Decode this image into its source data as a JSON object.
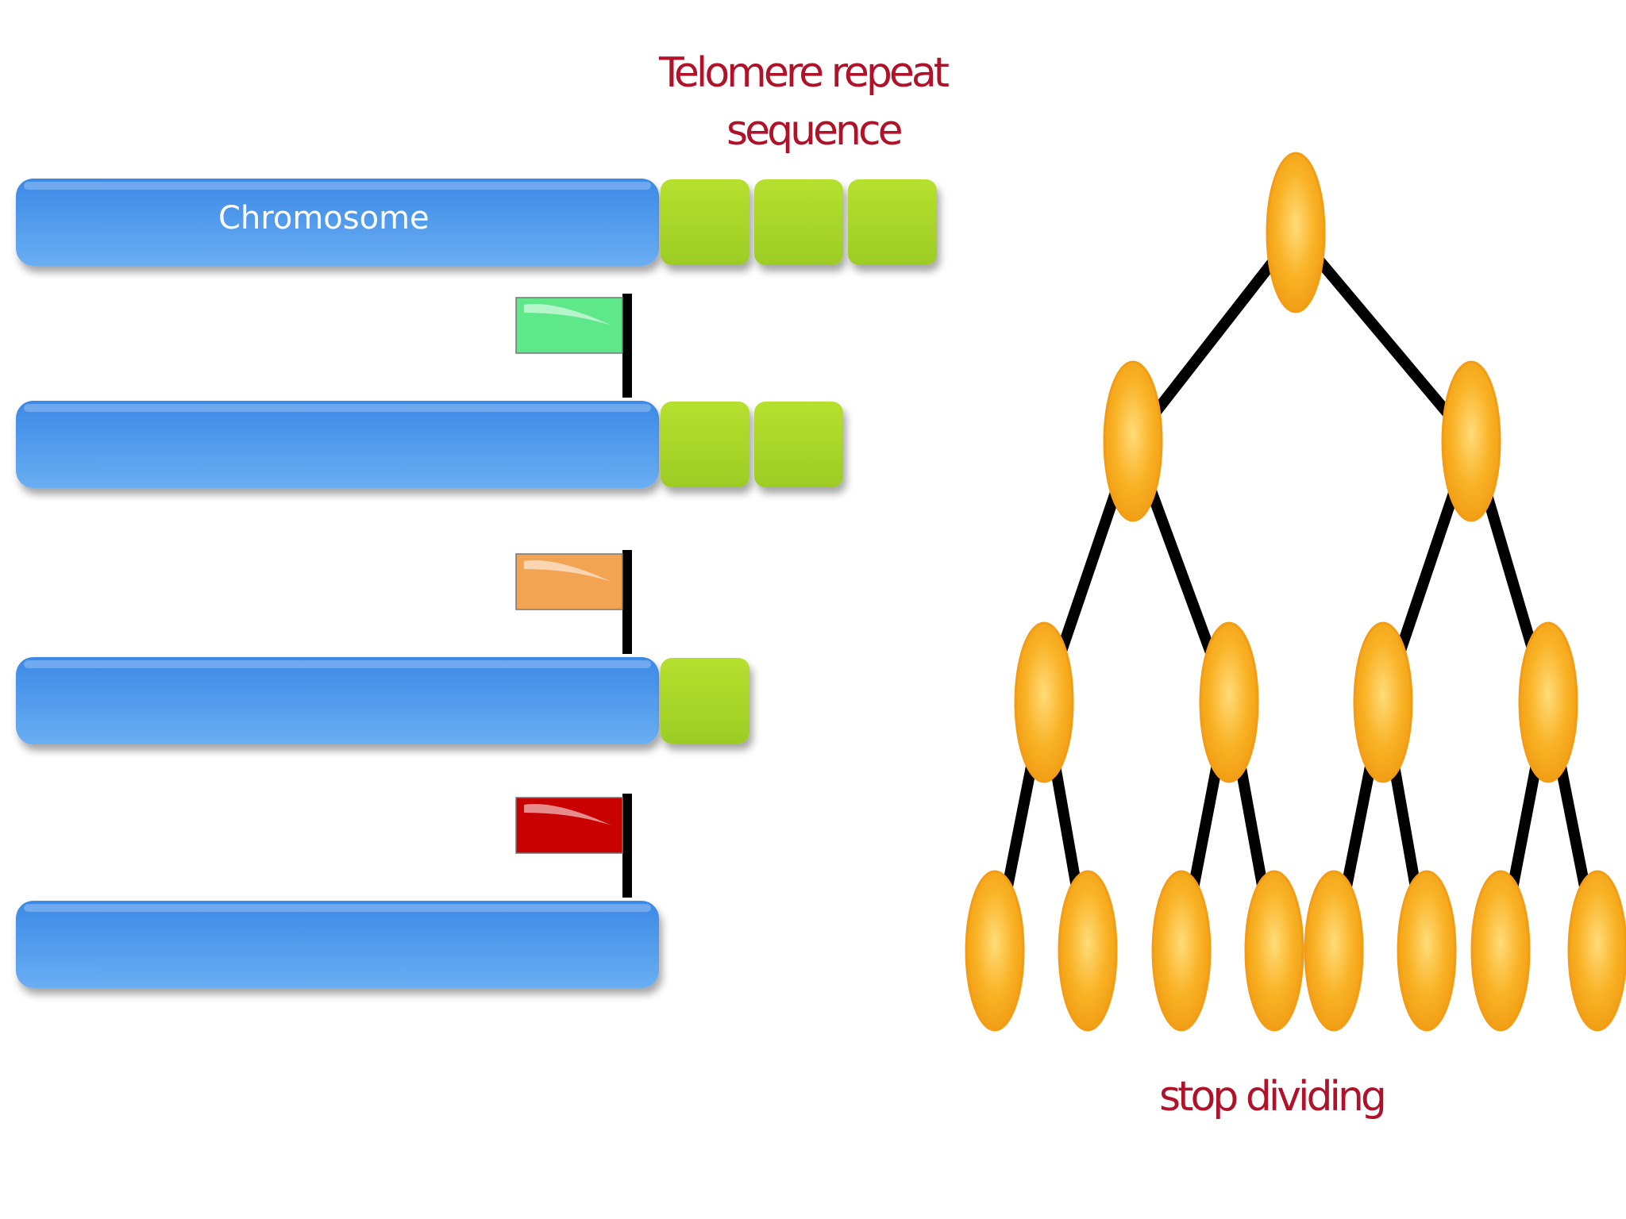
{
  "labels": {
    "telomere_line1": "Telomere repeat",
    "telomere_line2": "sequence",
    "chromosome": "Chromosome",
    "stop": "stop dividing"
  },
  "chromosomes": [
    {
      "telomere_blocks": 3,
      "flag_color": ""
    },
    {
      "telomere_blocks": 2,
      "flag_color": "#5ee889"
    },
    {
      "telomere_blocks": 1,
      "flag_color": "#f2a453"
    },
    {
      "telomere_blocks": 0,
      "flag_color": "#c90000"
    }
  ],
  "tree": {
    "levels": 4
  },
  "colors": {
    "chromosome": "#4d9ae8",
    "telomere": "#a8d62b",
    "cell": "#f7a81b",
    "label": "#b0122a"
  }
}
